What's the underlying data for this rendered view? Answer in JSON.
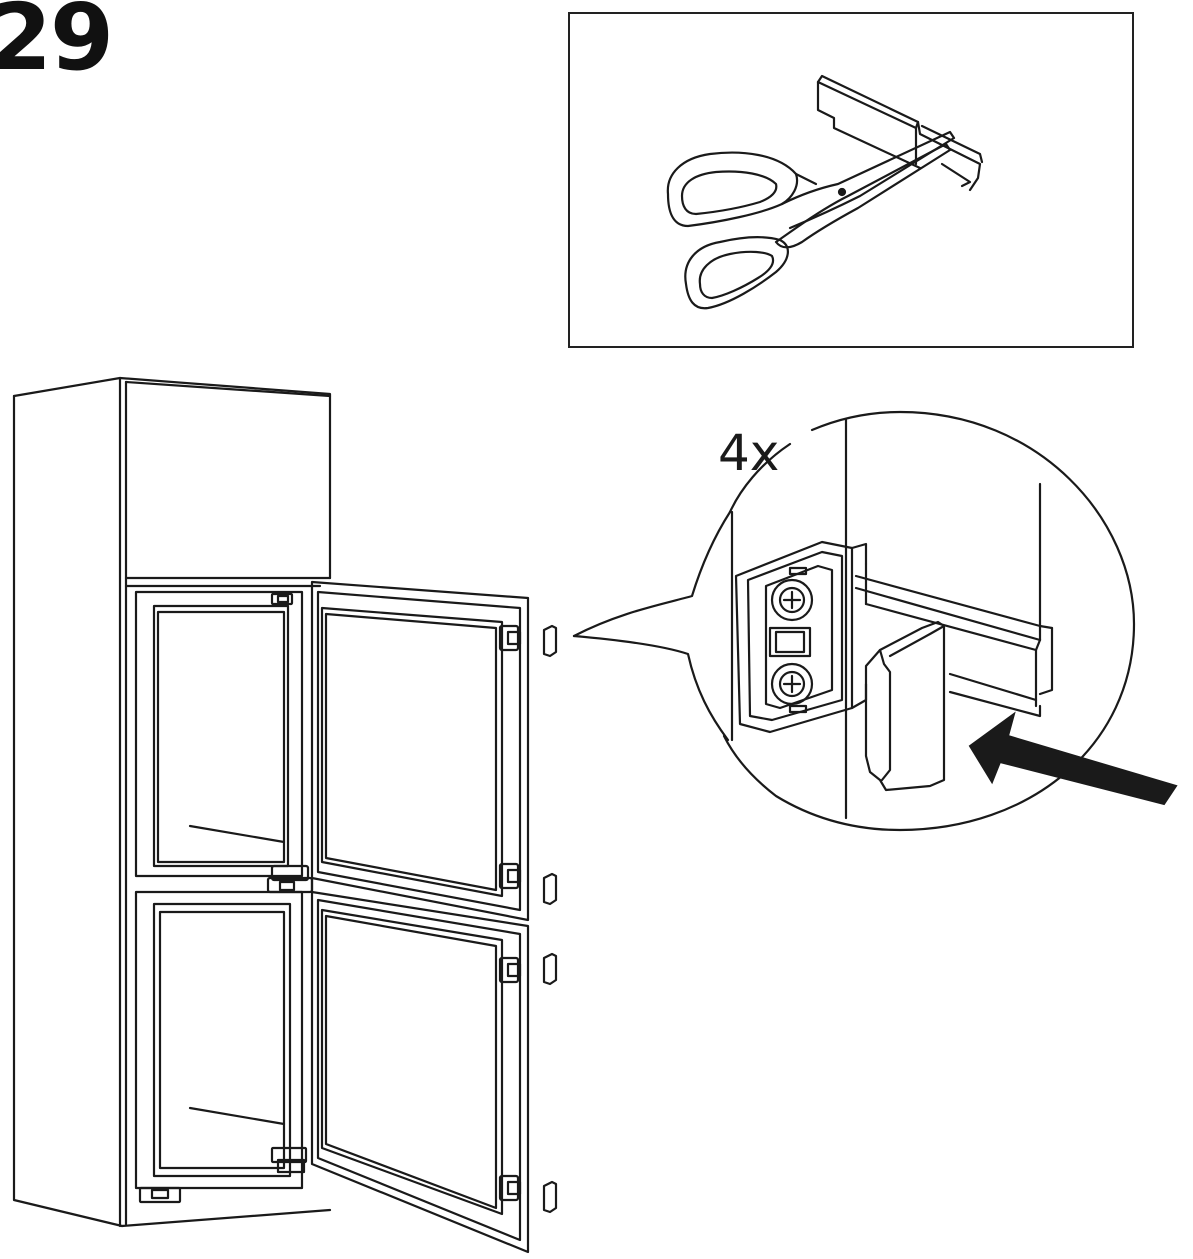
{
  "step": {
    "number": "29"
  },
  "detail": {
    "quantity": "4x"
  },
  "illustrations": {
    "scissors_inset": "scissors-cutting-strip",
    "cabinet": "fridge-freezer-cabinet-open-doors",
    "magnifier": "hinge-cover-detail"
  },
  "colors": {
    "ink": "#1a1a1a",
    "background": "#ffffff"
  }
}
